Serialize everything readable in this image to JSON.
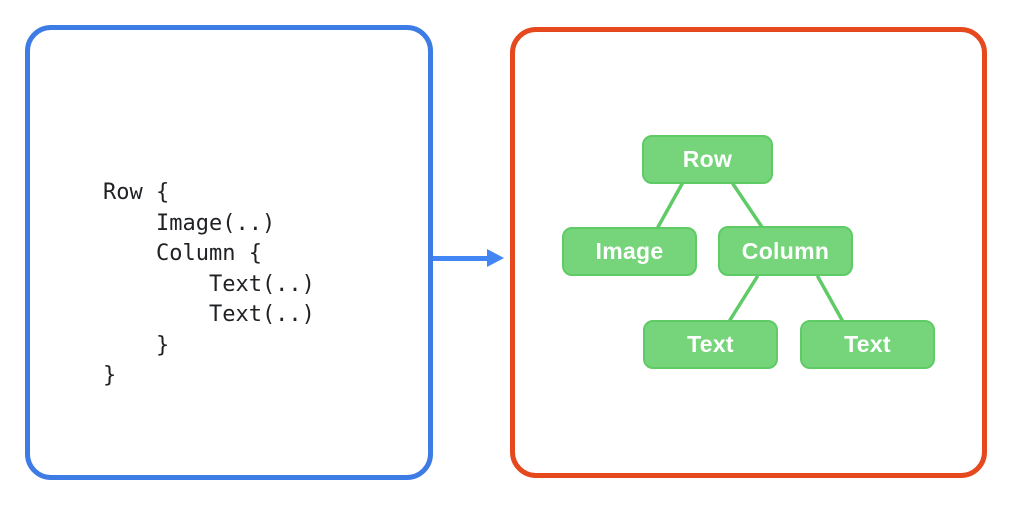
{
  "left_panel": {
    "code_lines": [
      "Row {",
      "    Image(..)",
      "    Column {",
      "        Text(..)",
      "        Text(..)",
      "    }",
      "}"
    ]
  },
  "flow": {
    "arrow_icon": "arrow-right"
  },
  "right_panel": {
    "tree": {
      "type": "tree",
      "root": {
        "label": "Row",
        "children": [
          {
            "label": "Image",
            "children": []
          },
          {
            "label": "Column",
            "children": [
              {
                "label": "Text"
              },
              {
                "label": "Text"
              }
            ]
          }
        ]
      }
    },
    "nodes": [
      {
        "id": "row",
        "label": "Row"
      },
      {
        "id": "image",
        "label": "Image"
      },
      {
        "id": "column",
        "label": "Column"
      },
      {
        "id": "text-1",
        "label": "Text"
      },
      {
        "id": "text-2",
        "label": "Text"
      }
    ]
  },
  "colors": {
    "code_panel_border": "#3D7BE5",
    "tree_panel_border": "#E5491D",
    "arrow": "#4285F4",
    "node_fill": "#76D57B",
    "node_border": "#5FCB66",
    "node_text": "#FFFFFF",
    "connector": "#5FCB66",
    "code_text": "#1F2124",
    "background": "#FFFFFF"
  }
}
